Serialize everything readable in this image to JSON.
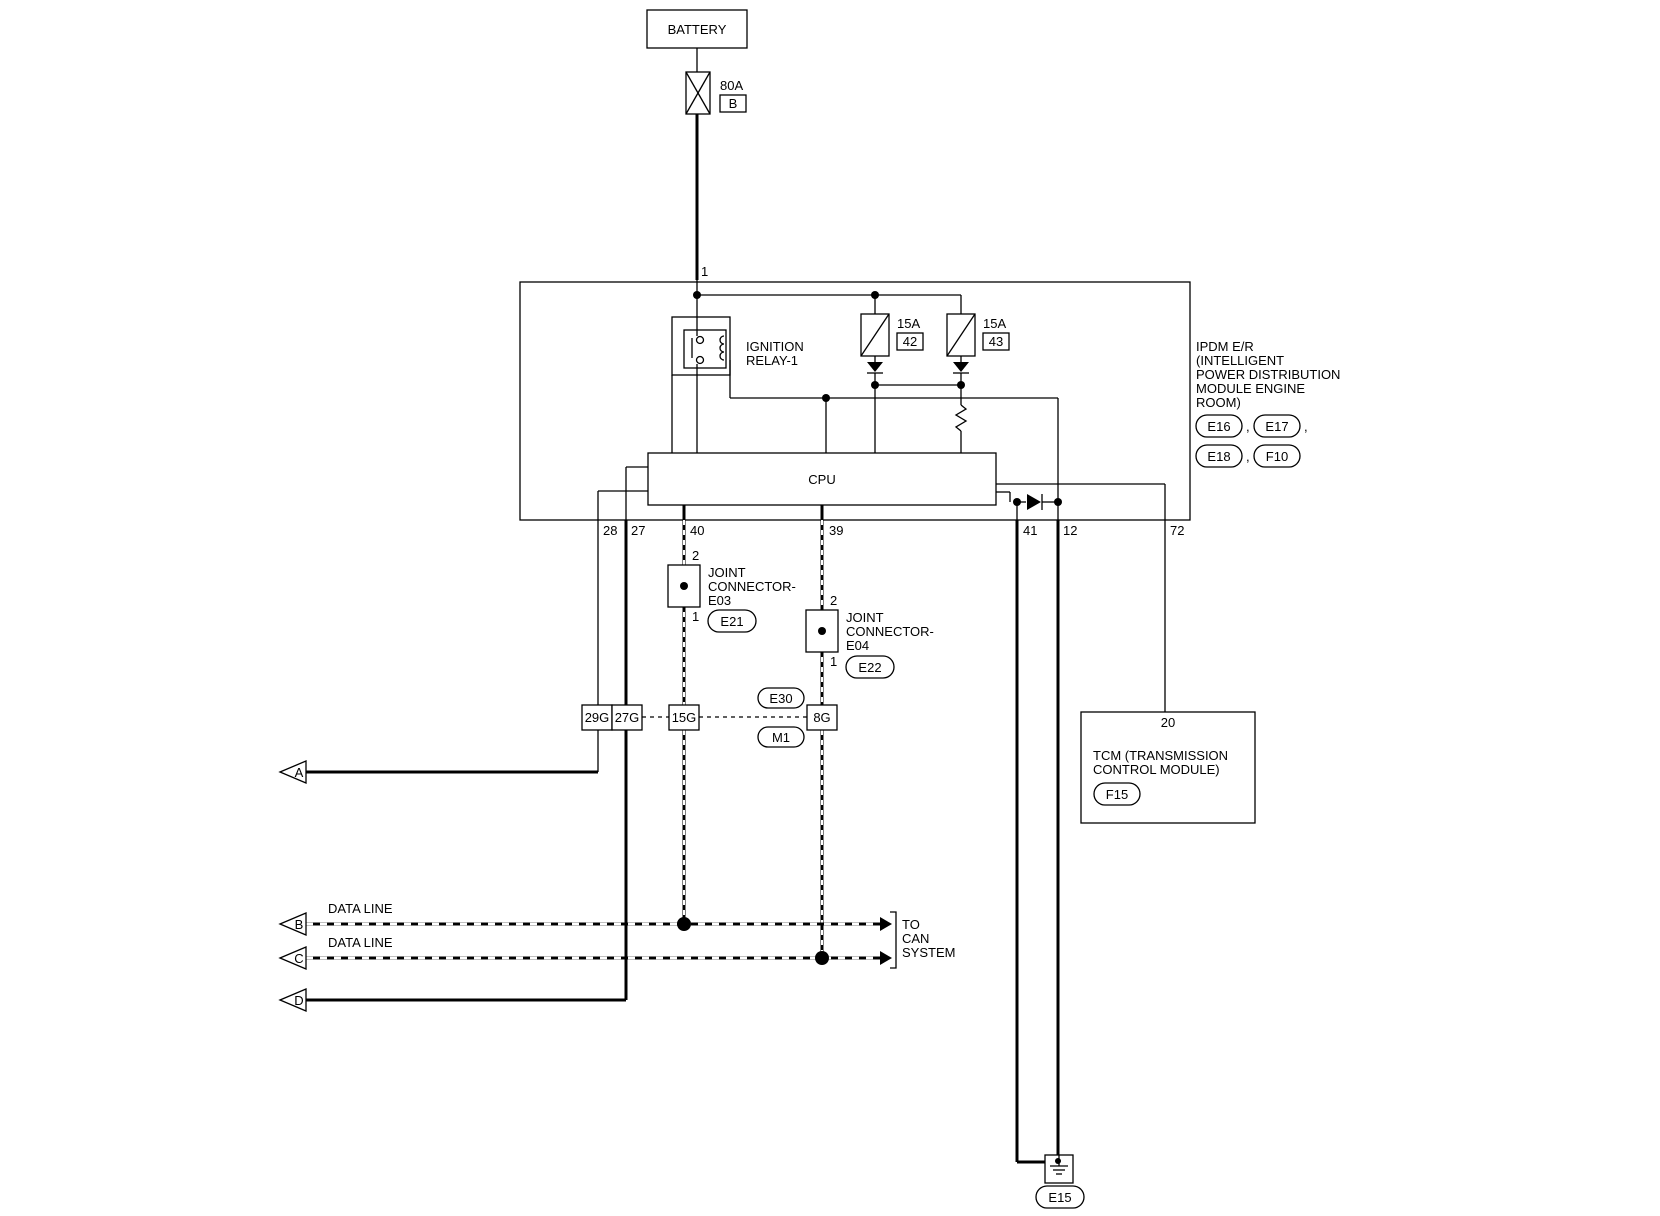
{
  "battery": {
    "label": "BATTERY"
  },
  "fusible_link": {
    "rating": "80A",
    "code": "B"
  },
  "ipdm": {
    "pin_in": "1",
    "fuse42": {
      "rating": "15A",
      "number": "42"
    },
    "fuse43": {
      "rating": "15A",
      "number": "43"
    },
    "relay_label_1": "IGNITION",
    "relay_label_2": "RELAY-1",
    "cpu_label": "CPU",
    "title_lines": [
      "IPDM E/R",
      "(INTELLIGENT",
      "POWER DISTRIBUTION",
      "MODULE ENGINE",
      "ROOM)"
    ],
    "connectors": [
      "E16",
      "E17",
      "E18",
      "F10"
    ],
    "pins": {
      "p28": "28",
      "p27": "27",
      "p40": "40",
      "p39": "39",
      "p41": "41",
      "p12": "12",
      "p72": "72"
    }
  },
  "joint_e03": {
    "label_1": "JOINT",
    "label_2": "CONNECTOR-",
    "label_3": "E03",
    "pin_top": "2",
    "pin_bottom": "1",
    "connector": "E21"
  },
  "joint_e04": {
    "label_1": "JOINT",
    "label_2": "CONNECTOR-",
    "label_3": "E04",
    "pin_top": "2",
    "pin_bottom": "1",
    "connector": "E22"
  },
  "harness": {
    "pins": [
      "29G",
      "27G",
      "15G",
      "8G"
    ],
    "connector_top": "E30",
    "connector_bottom": "M1"
  },
  "tcm": {
    "pin": "20",
    "label_1": "TCM (TRANSMISSION",
    "label_2": "CONTROL MODULE)",
    "connector": "F15"
  },
  "ground": {
    "connector": "E15"
  },
  "offpage": {
    "a": "A",
    "b": "B",
    "c": "C",
    "d": "D",
    "data_line_b": "DATA LINE",
    "data_line_c": "DATA LINE"
  },
  "can": {
    "line_1": "TO",
    "line_2": "CAN",
    "line_3": "SYSTEM"
  }
}
